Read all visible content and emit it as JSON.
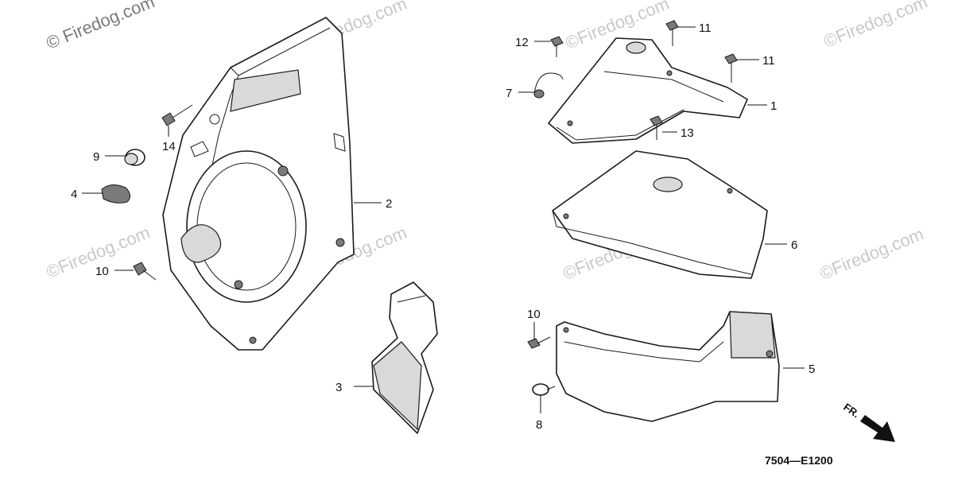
{
  "watermarks": {
    "top_left": "© Firedog.com",
    "faint": "©Firedog.com"
  },
  "callouts": {
    "c1": "1",
    "c2": "2",
    "c3": "3",
    "c4": "4",
    "c5": "5",
    "c6": "6",
    "c7": "7",
    "c8": "8",
    "c9": "9",
    "c10a": "10",
    "c10b": "10",
    "c11a": "11",
    "c11b": "11",
    "c12": "12",
    "c13": "13",
    "c14": "14"
  },
  "front_marker": "FR.",
  "diagram_code": "7504—E1200"
}
